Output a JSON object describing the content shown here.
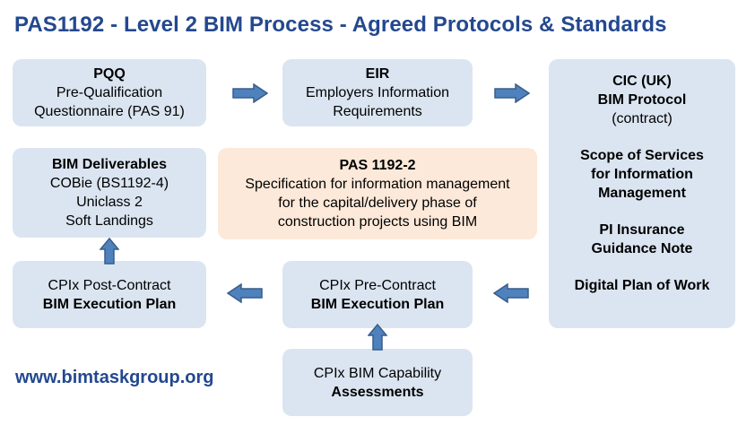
{
  "title": "PAS1192 - Level 2 BIM Process - Agreed Protocols & Standards",
  "boxes": {
    "pqq": {
      "heading": "PQQ",
      "lines": [
        "Pre-Qualification",
        "Questionnaire (PAS 91)"
      ]
    },
    "eir": {
      "heading": "EIR",
      "lines": [
        "Employers Information",
        "Requirements"
      ]
    },
    "cic": {
      "heading_lines": [
        "CIC (UK)",
        "BIM Protocol"
      ],
      "note": "(contract)",
      "scope_lines": [
        "Scope of Services",
        "for Information",
        "Management"
      ],
      "pi_lines": [
        "PI Insurance",
        "Guidance Note"
      ],
      "dpow": "Digital Plan of Work"
    },
    "deliverables": {
      "heading": "BIM Deliverables",
      "lines": [
        "COBie (BS1192-4)",
        "Uniclass 2",
        "Soft Landings"
      ]
    },
    "pas": {
      "heading": "PAS 1192-2",
      "lines": [
        "Specification for information management",
        "for the capital/delivery phase of",
        "construction projects using BIM"
      ]
    },
    "post_contract": {
      "line": "CPIx Post-Contract",
      "bold": "BIM Execution Plan"
    },
    "pre_contract": {
      "line": "CPIx Pre-Contract",
      "bold": "BIM Execution Plan"
    },
    "capability": {
      "line": "CPIx BIM Capability",
      "bold": "Assessments"
    }
  },
  "footer": {
    "url": "www.bimtaskgroup.org"
  },
  "colors": {
    "title_blue": "#23488f",
    "box_blue": "#dbe5f1",
    "box_peach": "#fde9d9",
    "arrow_fill": "#4f81bd",
    "arrow_stroke": "#385d8a"
  },
  "icons": {
    "arrow_right": "arrow-right-icon",
    "arrow_left": "arrow-left-icon",
    "arrow_up": "arrow-up-icon"
  }
}
